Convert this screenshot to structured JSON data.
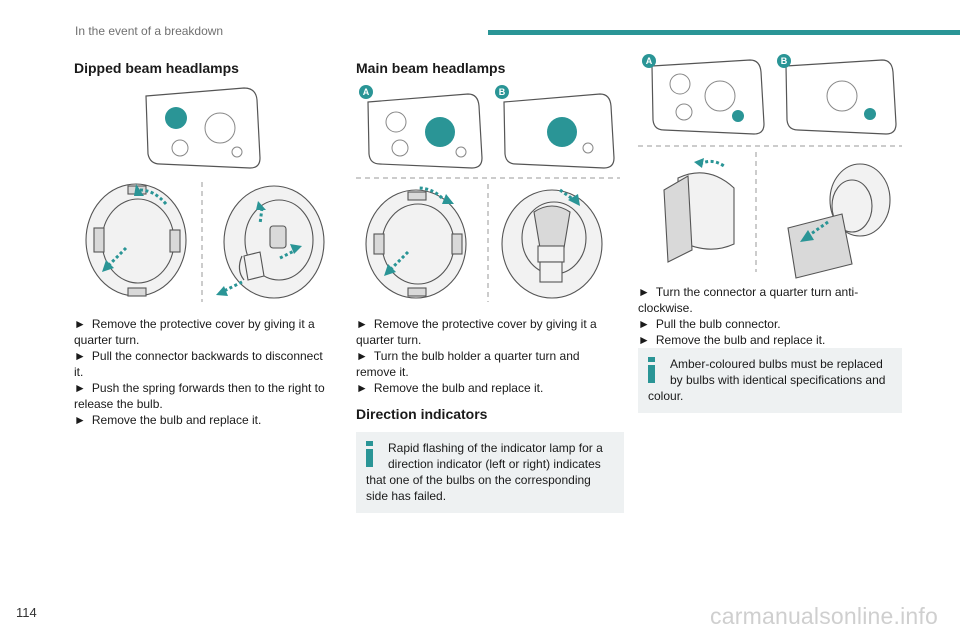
{
  "header": {
    "section_title": "In the event of a breakdown"
  },
  "footer": {
    "page_number": "114",
    "watermark": "carmanualsonline.info"
  },
  "dipped": {
    "title": "Dipped beam headlamps",
    "steps": [
      "Remove the protective cover by giving it a quarter turn.",
      "Pull the connector backwards to disconnect it.",
      "Push the spring forwards then to the right to release the bulb.",
      "Remove the bulb and replace it."
    ]
  },
  "main_beam": {
    "title": "Main beam headlamps",
    "label_a": "A",
    "label_b": "B",
    "steps": [
      "Remove the protective cover by giving it a quarter turn.",
      "Turn the bulb holder a quarter turn and remove it.",
      "Remove the bulb and replace it."
    ]
  },
  "direction": {
    "title": "Direction indicators",
    "info_first": "Rapid flashing of the indicator lamp for a direction indicator (left or right) indicates",
    "info_rest": "that one of the bulbs on the corresponding side has failed."
  },
  "indicator_steps": {
    "label_a": "A",
    "label_b": "B",
    "steps": [
      "Turn the connector a quarter turn anti-clockwise.",
      "Pull the bulb connector.",
      "Remove the bulb and replace it."
    ],
    "info_first": "Amber-coloured bulbs must be replaced by bulbs with identical specifications and",
    "info_rest": "colour."
  },
  "arrow_glyph": "►",
  "colors": {
    "accent": "#2a9596",
    "info_bg": "#eef1f2"
  }
}
